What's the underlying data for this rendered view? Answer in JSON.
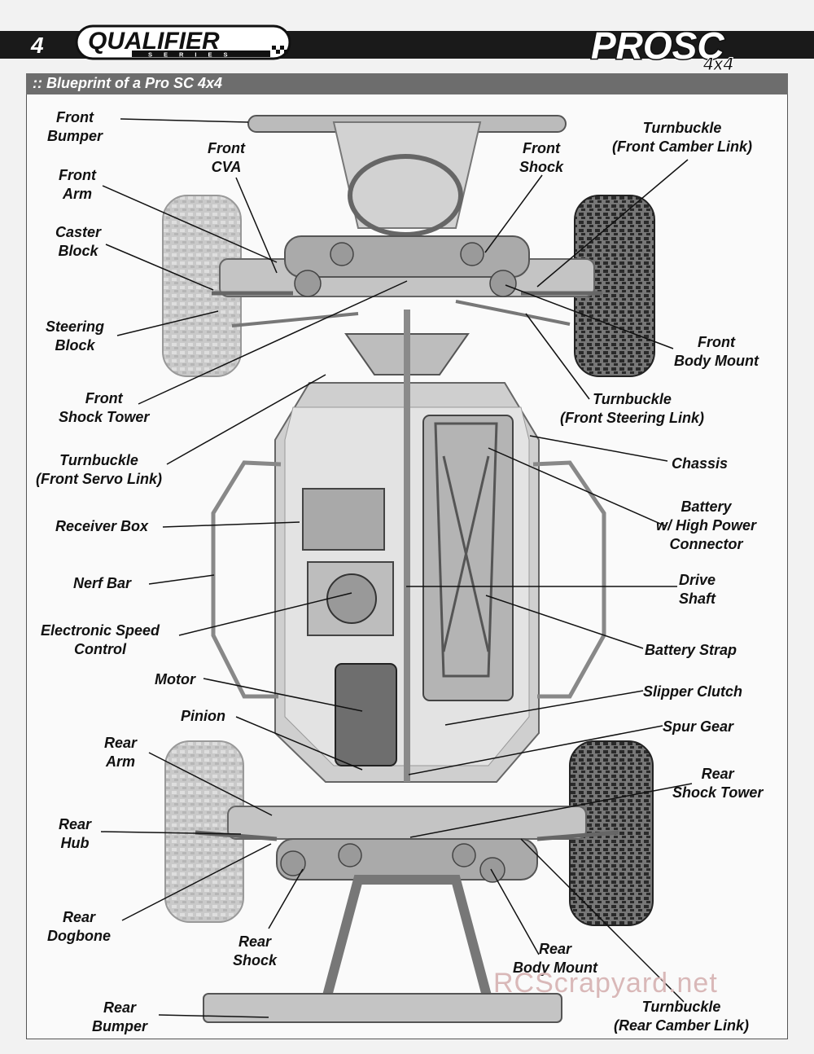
{
  "header": {
    "page_number": "4",
    "series_logo_main": "QUALIFIER",
    "series_logo_sub": "SERIES",
    "product_logo_main": "PROSC",
    "product_logo_sub": "4x4"
  },
  "section_title": ":: Blueprint of a Pro SC 4x4",
  "labels": {
    "front_bumper": "Front\nBumper",
    "front_cva": "Front\nCVA",
    "front_arm": "Front\nArm",
    "caster_block": "Caster\nBlock",
    "steering_block": "Steering\nBlock",
    "front_shock_tower": "Front\nShock Tower",
    "turnbuckle_servo": "Turnbuckle\n(Front Servo Link)",
    "receiver_box": "Receiver Box",
    "nerf_bar": "Nerf Bar",
    "esc": "Electronic Speed\nControl",
    "motor": "Motor",
    "pinion": "Pinion",
    "rear_arm": "Rear\nArm",
    "rear_hub": "Rear\nHub",
    "rear_dogbone": "Rear\nDogbone",
    "rear_shock": "Rear\nShock",
    "rear_bumper": "Rear\nBumper",
    "front_shock": "Front\nShock",
    "turnbuckle_camber_front": "Turnbuckle\n(Front Camber Link)",
    "front_body_mount": "Front\nBody Mount",
    "turnbuckle_steering": "Turnbuckle\n(Front Steering Link)",
    "chassis": "Chassis",
    "battery": "Battery\nw/ High Power\nConnector",
    "drive_shaft": "Drive\nShaft",
    "battery_strap": "Battery Strap",
    "slipper_clutch": "Slipper Clutch",
    "spur_gear": "Spur Gear",
    "rear_shock_tower": "Rear\nShock Tower",
    "rear_body_mount": "Rear\nBody Mount",
    "turnbuckle_camber_rear": "Turnbuckle\n(Rear Camber Link)"
  },
  "watermark": "RCScrapyard.net"
}
